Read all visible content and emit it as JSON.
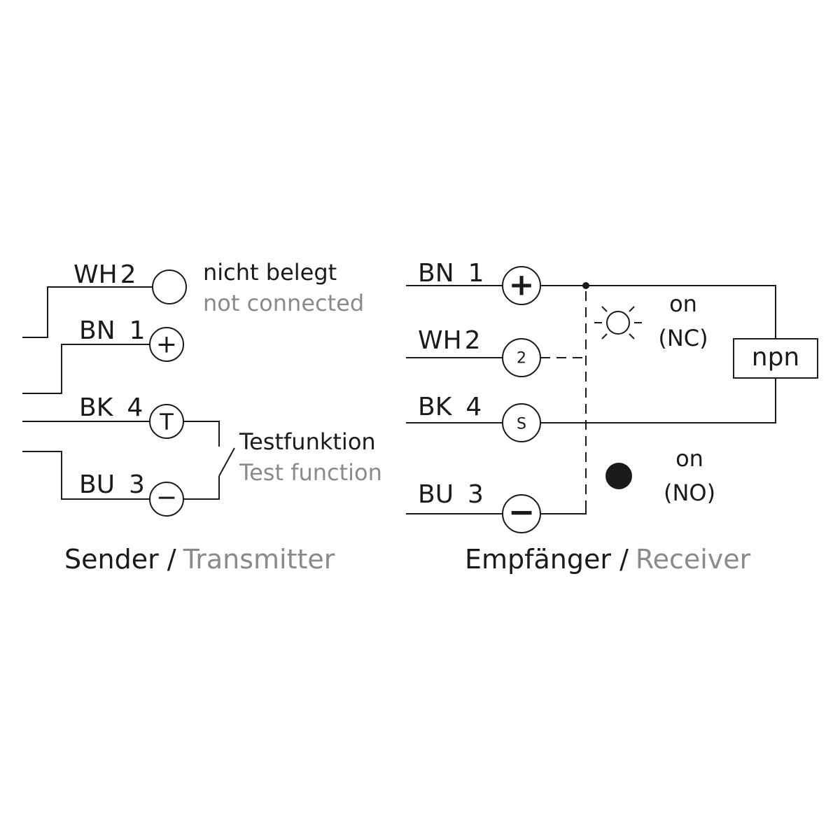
{
  "transmitter": {
    "title_de": "Sender /",
    "title_en": "Transmitter",
    "pins": [
      {
        "wire": "WH",
        "num": "2",
        "symbol": ""
      },
      {
        "wire": "BN",
        "num": "1",
        "symbol": "+"
      },
      {
        "wire": "BK",
        "num": "4",
        "symbol": "T"
      },
      {
        "wire": "BU",
        "num": "3",
        "symbol": "−"
      }
    ],
    "nc_note_de": "nicht belegt",
    "nc_note_en": "not connected",
    "test_de": "Testfunktion",
    "test_en": "Test function"
  },
  "receiver": {
    "title_de": "Empfänger /",
    "title_en": "Receiver",
    "pins": [
      {
        "wire": "BN",
        "num": "1",
        "symbol": "+"
      },
      {
        "wire": "WH",
        "num": "2",
        "symbol": "2"
      },
      {
        "wire": "BK",
        "num": "4",
        "symbol": "S"
      },
      {
        "wire": "BU",
        "num": "3",
        "symbol": "−"
      }
    ],
    "nc_on": "on",
    "nc_label": "(NC)",
    "no_on": "on",
    "no_label": "(NO)",
    "output_type": "npn"
  }
}
